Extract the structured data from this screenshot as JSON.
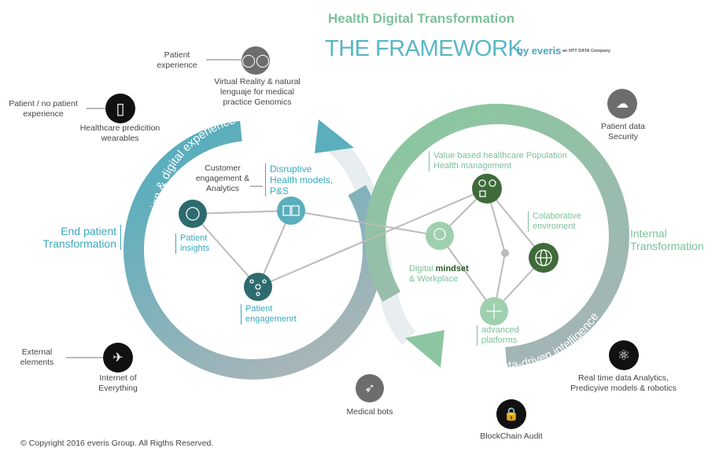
{
  "header": {
    "title": "Health Digital Transformation",
    "subtitle": "THE FRAMEWORK",
    "brand": "by everis",
    "brand_tagline": "an NTT DATA Company"
  },
  "rings": {
    "left_label": "design & digital experience",
    "right_label": "data-driven intelligence"
  },
  "side_labels": {
    "left": "End patient Transformation",
    "right": "Internal Transformation"
  },
  "outer_items": [
    {
      "category": "Patient experience",
      "label": "Virtual Reality & natural lenguaje for medical practice Genomics",
      "icon": "glasses-icon"
    },
    {
      "category": "Patient / no patient experience",
      "label": "Healthcare predicition wearables",
      "icon": "smartphone-icon"
    },
    {
      "category": "",
      "label": "Patient data Security",
      "icon": "cloud-lock-icon"
    },
    {
      "category": "External elements",
      "label": "Internet of Everything",
      "icon": "satellite-icon"
    },
    {
      "category": "",
      "label": "Medical bots",
      "icon": "rocket-icon"
    },
    {
      "category": "",
      "label": "BlockChain Audit",
      "icon": "padlock-icon"
    },
    {
      "category": "",
      "label": "Real time data Analytics, Predicyive models & robotics",
      "icon": "atom-icon"
    }
  ],
  "inner_nodes": {
    "customer": "Customer engagement & Analytics",
    "disruptive": "Disruptive Health models, P&S",
    "insights": "Patient insights",
    "engagement": "Patient engagemenrt",
    "value": "Value based healthcare Population Health management",
    "collab": "Colaborative enviroment",
    "mindset_pre": "Digital ",
    "mindset_bold": "mindset",
    "mindset_post": "& Workplace",
    "platforms": "advanced platforms"
  },
  "colors": {
    "teal": "#3aa9bd",
    "green": "#7cc19a",
    "dark_teal": "#2d6b6e",
    "dark_green": "#3f6b3a"
  },
  "footer": {
    "copyright": "© Copyright 2016 everis Group. All Rigths Reserved."
  }
}
